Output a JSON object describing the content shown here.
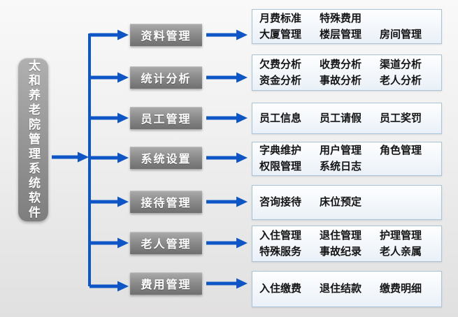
{
  "diagram": {
    "root_label": "太和养老院管理系统软件",
    "branches": [
      {
        "label": "资料管理",
        "lines": [
          [
            "月费标准",
            "特殊费用"
          ],
          [
            "大厦管理",
            "楼层管理",
            "房间管理"
          ]
        ]
      },
      {
        "label": "统计分析",
        "lines": [
          [
            "欠费分析",
            "收费分析",
            "渠道分析"
          ],
          [
            "资金分析",
            "事故分析",
            "老人分析"
          ]
        ]
      },
      {
        "label": "员工管理",
        "lines": [
          [
            "员工信息",
            "员工请假",
            "员工奖罚"
          ]
        ]
      },
      {
        "label": "系统设置",
        "lines": [
          [
            "字典维护",
            "用户管理",
            "角色管理"
          ],
          [
            "权限管理",
            "系统日志"
          ]
        ]
      },
      {
        "label": "接待管理",
        "lines": [
          [
            "咨询接待",
            "床位预定"
          ]
        ]
      },
      {
        "label": "老人管理",
        "lines": [
          [
            "入住管理",
            "退住管理",
            "护理管理"
          ],
          [
            "特殊服务",
            "事故纪录",
            "老人亲属"
          ]
        ]
      },
      {
        "label": "费用管理",
        "lines": [
          [
            "入住缴费",
            "退住结款",
            "缴费明细"
          ]
        ]
      }
    ],
    "colors": {
      "arrow_blue": "#0e56c5",
      "node_gray_top": "#ababab",
      "node_gray_bottom": "#6f6f6f",
      "feature_box_border": "#a9c3d9",
      "feature_box_background": "#eef4fa"
    }
  }
}
